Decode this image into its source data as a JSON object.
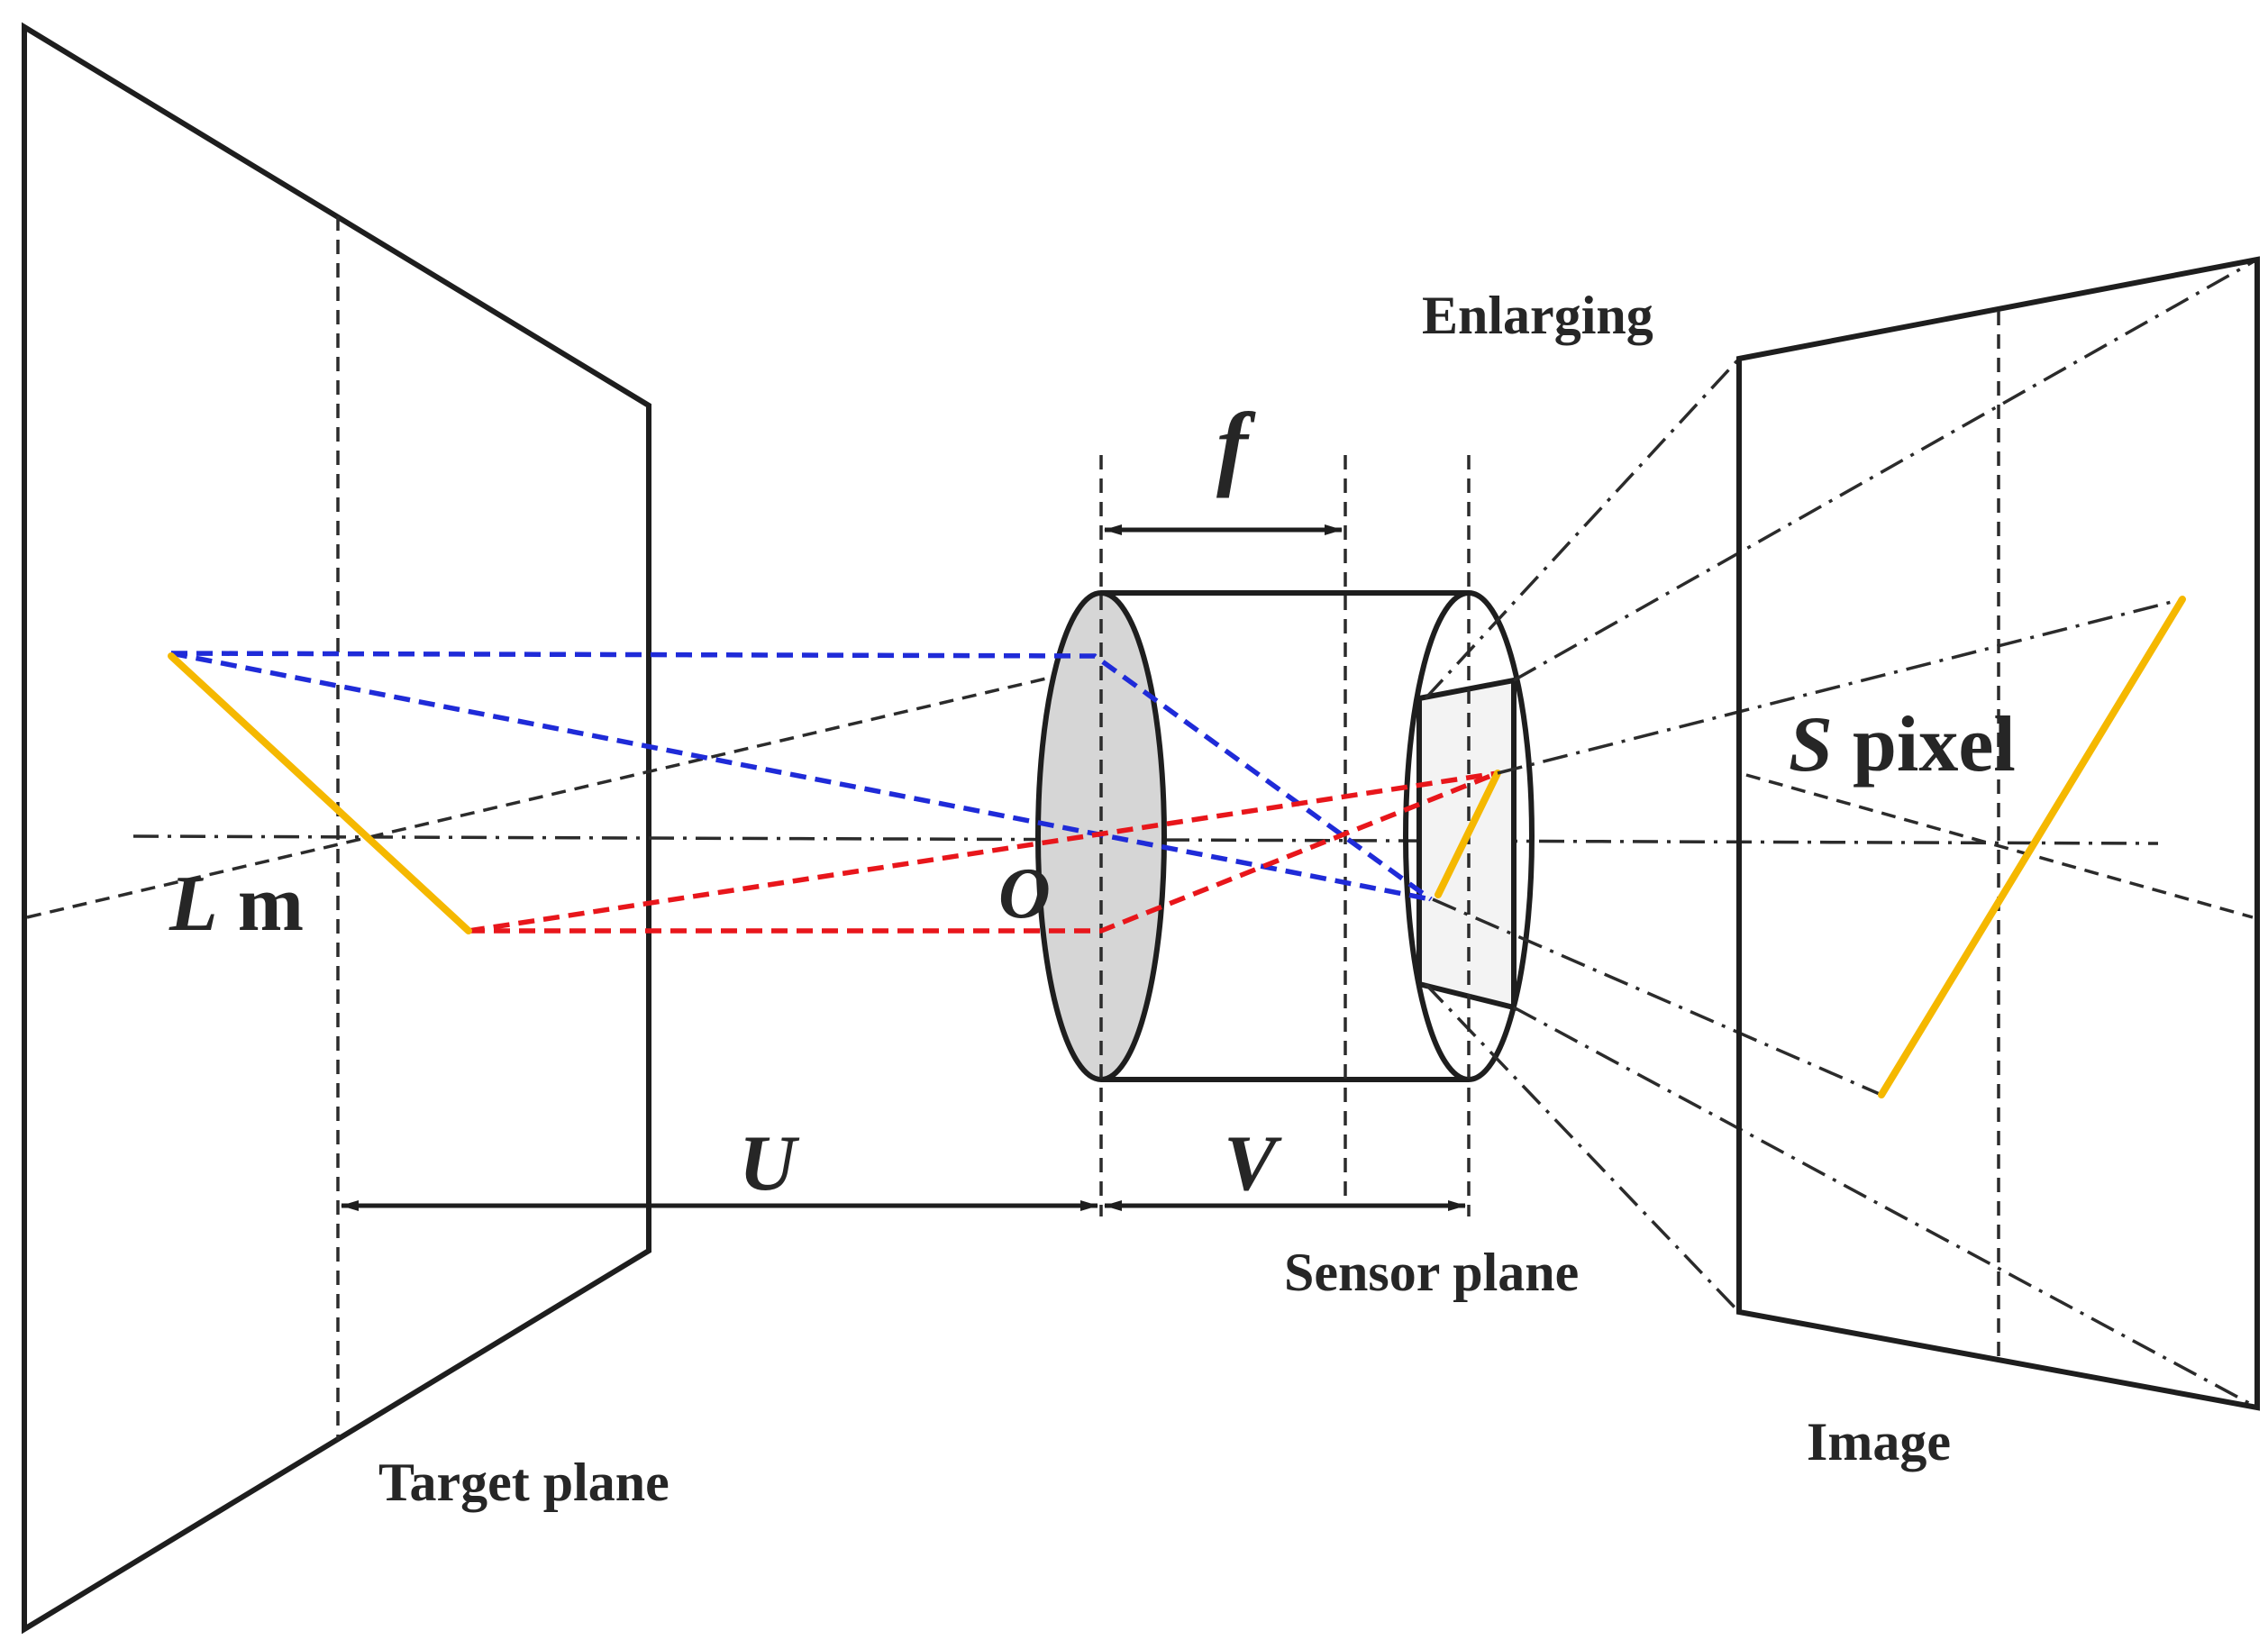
{
  "labels": {
    "enlarging": "Enlarging",
    "focal_length": "f",
    "s_symbol": "S",
    "s_unit": "pixel",
    "l_symbol": "L",
    "l_unit": "m",
    "optical_center": "O",
    "object_distance": "U",
    "image_distance": "V",
    "sensor_plane": "Sensor plane",
    "target_plane": "Target plane",
    "image": "Image"
  },
  "colors": {
    "outline": "#1e1e1e",
    "object_image_segment": "#f5b800",
    "ray_top": "#1f2bd8",
    "ray_bottom": "#e8161b",
    "lens_fill": "#d6d6d6",
    "sensor_fill": "#f3f3f3"
  }
}
